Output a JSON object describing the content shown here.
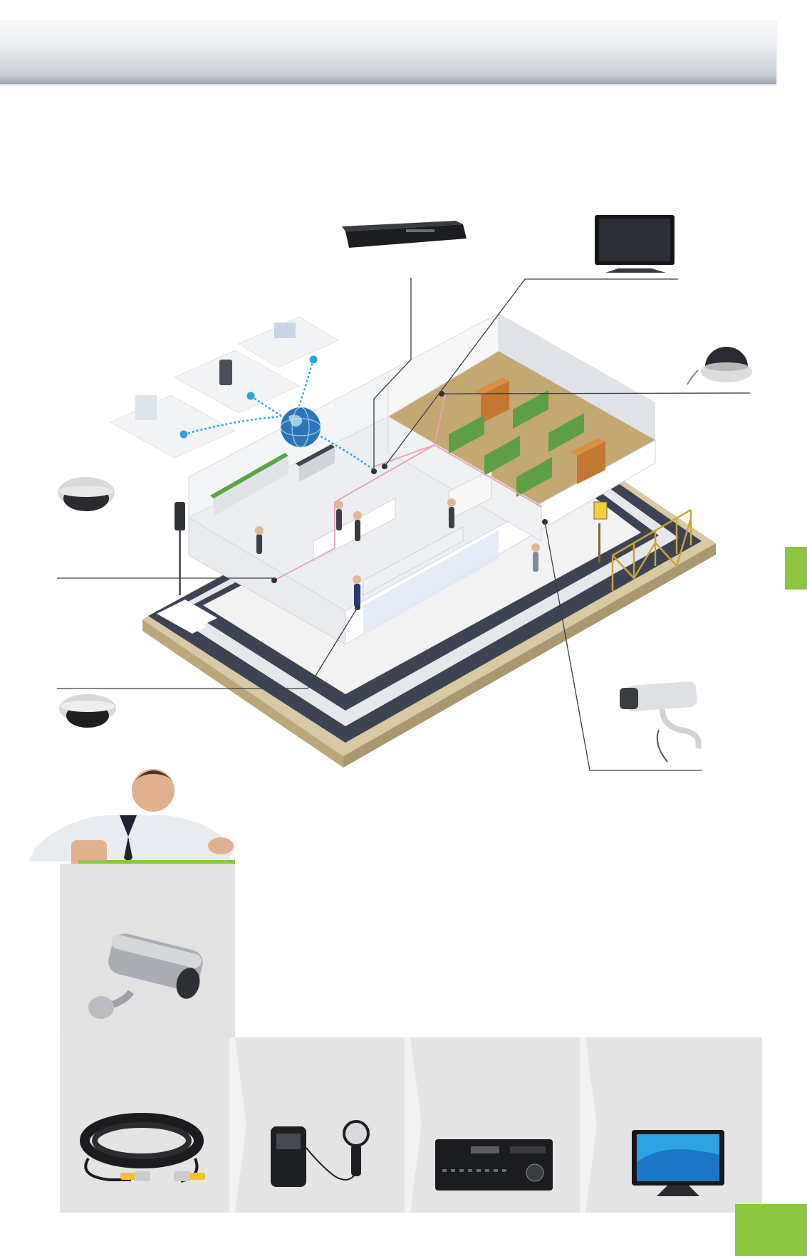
{
  "colors": {
    "accent_green": "#8cc63f",
    "network_blue": "#2aa3e0",
    "wall_gray": "#e9eaec",
    "road": "#3d4352",
    "link_pink": "#e8a0b8"
  },
  "diagram": {
    "devices": [
      {
        "name": "dvr-recorder",
        "icon": "dvr-icon"
      },
      {
        "name": "monitor",
        "icon": "monitor-icon"
      },
      {
        "name": "dome-camera-warehouse",
        "icon": "dome-camera-icon"
      },
      {
        "name": "dome-camera-left-upper",
        "icon": "dome-camera-icon"
      },
      {
        "name": "dome-camera-left-lower",
        "icon": "dome-camera-icon"
      },
      {
        "name": "bullet-camera-outdoor",
        "icon": "bullet-camera-icon"
      }
    ]
  },
  "steps": [
    {
      "icon": "cable-icon"
    },
    {
      "icon": "light-meter-icon"
    },
    {
      "icon": "dvr-icon"
    },
    {
      "icon": "monitor-icon"
    }
  ]
}
